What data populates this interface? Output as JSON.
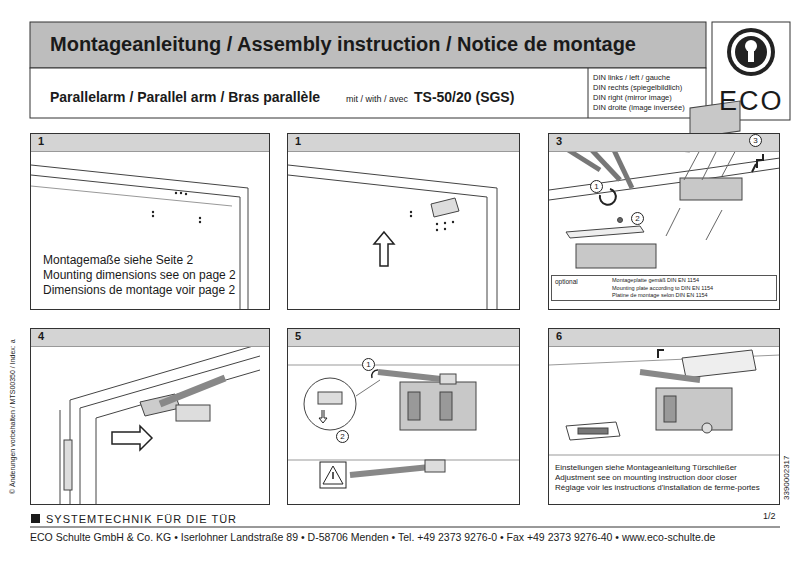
{
  "diagram": {
    "title": "Montageanleitung / Assembly instruction / Notice de montage",
    "nodes": [
      {
        "text": [
          "1",
          "Montagemaße siehe Seite 2",
          "Mounting dimensions see on page 2",
          "Dimensions de montage voir page 2"
        ]
      },
      {
        "text": [
          "1"
        ]
      },
      {
        "text": [
          "3"
        ]
      },
      {
        "text": [
          "optional",
          "Montageplatte gemäß DIN EN 1154",
          "Mounting plate according to DIN EN 1154",
          "Platine de montage selon DIN EN 1154"
        ],
        "in": 2
      },
      {
        "text": [
          "4"
        ]
      },
      {
        "text": [
          "5"
        ]
      },
      {
        "text": [
          "6",
          "Einstellungen siehe Montageanleitung Türschließer",
          "Adjustment see on mounting instruction door closer",
          "Réglage voir les instructions d'installation de ferme-portes"
        ]
      }
    ],
    "labels": [
      "Parallelarm / Parallel arm / Bras parallèle",
      "mit / with / avec",
      "TS-50/20 (SGS)",
      "DIN links / left / gauche",
      "DIN rechts (spiegelbildlich)",
      "DIN right (mirror image)",
      "DIN droite (image inversée)",
      "ECO",
      "3",
      "2",
      "1",
      "1",
      "2",
      "© Änderungen vorbehalten / MTS00350 / Index: a",
      "3390002317",
      "SYSTEMTECHNIK FÜR DIE TÜR",
      "1/2",
      "ECO Schulte GmbH & Co. KG • Iserlohner Landstraße 89 • D-58706 Menden • Tel. +49 2373 9276-0 • Fax +49 2373 9276-40 • www.eco-schulte.de"
    ]
  }
}
